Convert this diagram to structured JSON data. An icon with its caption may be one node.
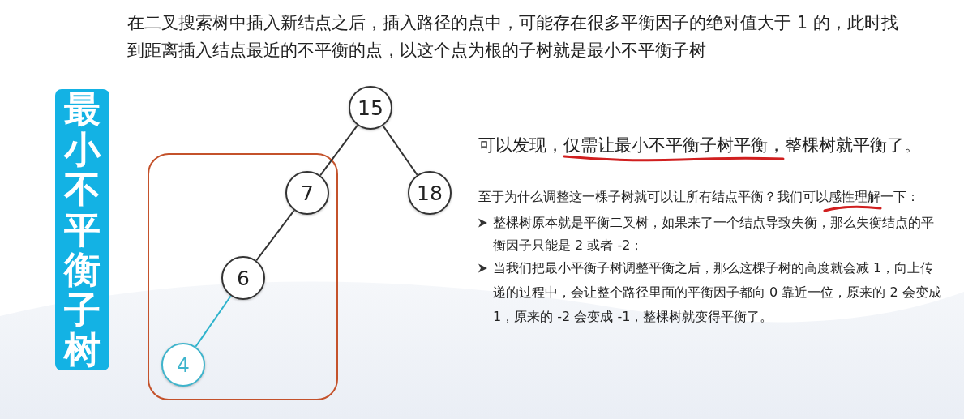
{
  "diagram": {
    "nodes": [
      {
        "text": [
          "最小不平衡子树"
        ]
      },
      {
        "text": [
          "15"
        ]
      },
      {
        "text": [],
        "shape": "box"
      },
      {
        "text": [
          "7"
        ],
        "in": 2
      },
      {
        "text": [
          "18"
        ]
      },
      {
        "text": [
          "6"
        ],
        "in": 2
      },
      {
        "text": [
          "4"
        ],
        "in": 2
      }
    ],
    "edges": [
      {
        "from": 1,
        "to": 3,
        "arrow": "none"
      },
      {
        "from": 1,
        "to": 4,
        "arrow": "none"
      },
      {
        "from": 3,
        "to": 5,
        "arrow": "none"
      },
      {
        "from": 5,
        "to": 6,
        "arrow": "none",
        "color": "#2eb3cc"
      }
    ],
    "labels": [
      "在二叉搜索树中插入新结点之后，插入路径的点中，可能存在很多平衡因子的绝对值大于 1 的，此时找到距离插入结点最近的不平衡的点，以这个点为根的子树就是最小不平衡子树",
      "可以发现，仅需让最小不平衡子树平衡，整棵树就平衡了。",
      "至于为什么调整这一棵子树就可以让所有结点平衡？我们可以感性理解一下：",
      "整棵树原本就是平衡二叉树，如果来了一个结点导致失衡，那么失衡结点的平衡因子只能是 2 或者 -2；",
      "当我们把最小平衡子树调整平衡之后，那么这棵子树的高度就会减 1，向上传递的过程中，会让整个路径里面的平衡因子都向 0 靠近一位，原来的 2 会变成 1，原来的 -2 会变成 -1，整棵树就变得平衡了。"
    ]
  }
}
